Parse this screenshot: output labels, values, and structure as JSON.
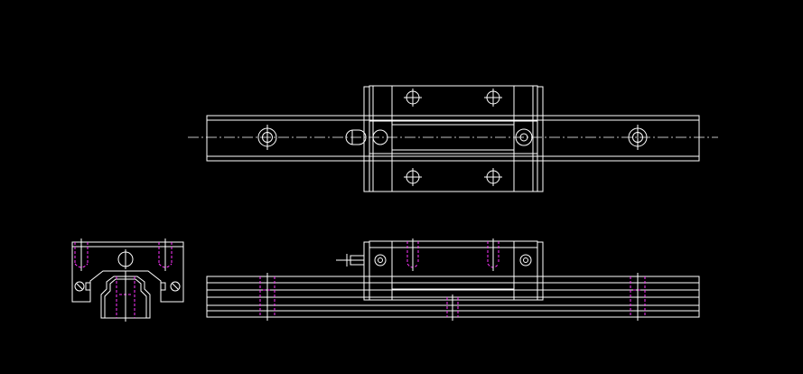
{
  "drawing": {
    "background": "#000000",
    "line_color": "#ffffff",
    "hidden_line_color": "#ff33ff",
    "views": [
      {
        "id": "top-view",
        "components": [
          "rail",
          "carriage",
          "end-seals",
          "grease-nipple",
          "rail-mounting-holes",
          "carriage-mounting-holes"
        ]
      },
      {
        "id": "side-view",
        "components": [
          "rail",
          "carriage",
          "grease-nipple",
          "hidden-bolt-holes"
        ]
      },
      {
        "id": "end-view",
        "components": [
          "carriage-profile",
          "rail-profile",
          "hidden-bolt-holes"
        ]
      }
    ]
  }
}
